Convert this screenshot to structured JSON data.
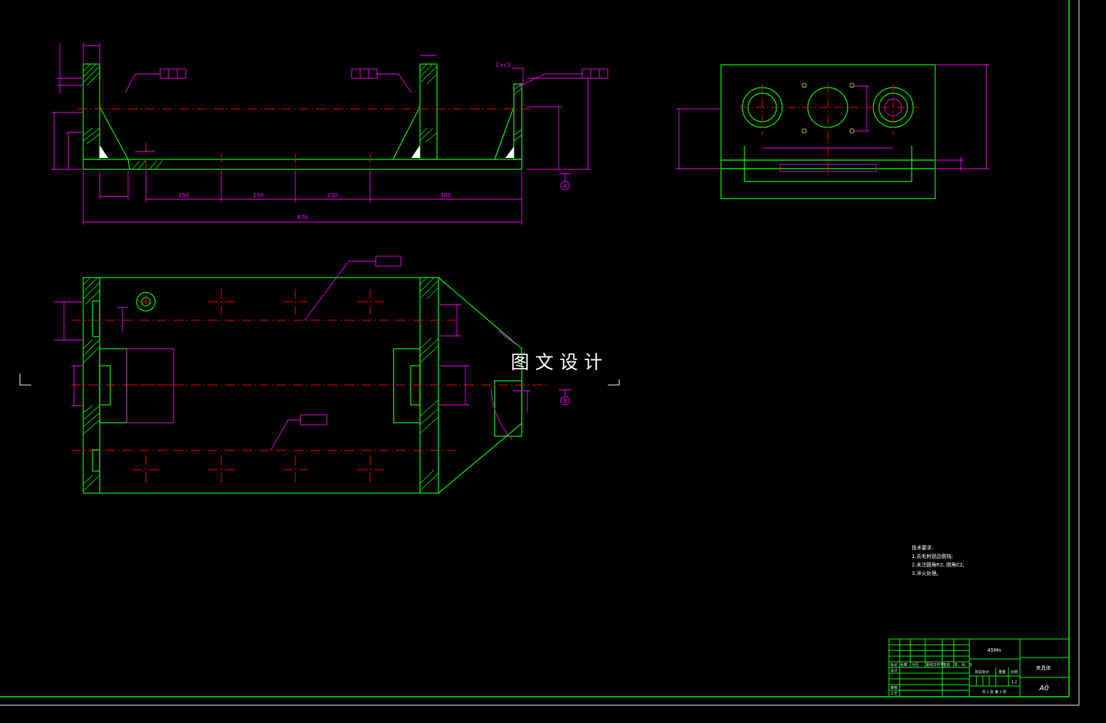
{
  "colors": {
    "background": "#000000",
    "outline": "#00ff00",
    "dimension": "#ff00ff",
    "centerline": "#ff0000",
    "text": "#ffffff",
    "hole_marker": "#cccc00"
  },
  "front_view": {
    "spacing_labels": [
      "150",
      "150",
      "150",
      "300"
    ],
    "total_length": "876",
    "chamfer_note": "2×c1",
    "section_mark": "A"
  },
  "top_view": {
    "section_mark": "B"
  },
  "watermark": "图 文 设 计",
  "tech_requirements": {
    "heading": "技术要求:",
    "lines": [
      "1.去毛刺锐边倒钝;",
      "2.未注圆角R2, 倒角C2;",
      "3.淬火处理。"
    ]
  },
  "title_block": {
    "material": "45Mn",
    "part_name": "夹具体",
    "sheet_size": "A0",
    "row_labels": [
      "标记",
      "处数",
      "分区",
      "更改文件号",
      "签名",
      "年、月、日"
    ],
    "designer_label": "设计",
    "audit_label": "审核",
    "process_label": "工艺",
    "stage_label": "阶段标记",
    "weight_label": "重量",
    "scale_label": "比例",
    "scale_value": "1:2",
    "sheets_label": "共 1 张  第 1 张"
  }
}
